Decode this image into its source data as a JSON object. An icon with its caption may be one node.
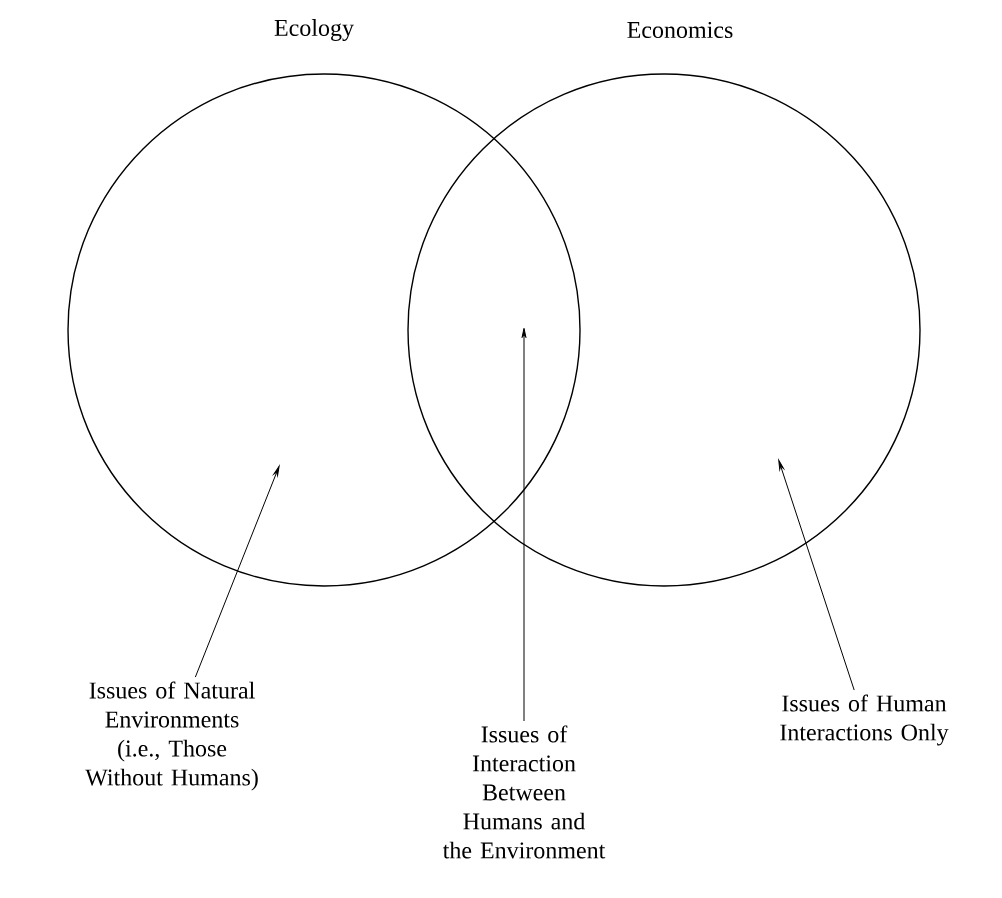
{
  "diagram": {
    "nodes": [
      {
        "text": [
          "Ecology"
        ]
      },
      {
        "text": [
          "Economics"
        ]
      },
      {
        "text": [
          "Issues of Natural Environments (i.e., Those Without Humans)"
        ]
      },
      {
        "text": [
          "Issues of Interaction Between Humans and the Environment"
        ]
      },
      {
        "text": [
          "Issues of Human Interactions Only"
        ]
      }
    ],
    "edges": [
      {
        "from": 2,
        "to": 0,
        "arrow": "to"
      },
      {
        "from": 3,
        "to": 1,
        "arrow": "to"
      },
      {
        "from": 4,
        "to": 1,
        "arrow": "to"
      }
    ]
  }
}
